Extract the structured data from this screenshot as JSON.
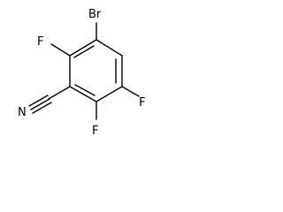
{
  "molecule": {
    "atoms": {
      "br": "Br",
      "f_c2": "F",
      "f_c5": "F",
      "f_c6": "F",
      "n": "N"
    },
    "colors": {
      "bond": "#000000",
      "label": "#000000",
      "background": "#ffffff"
    }
  }
}
